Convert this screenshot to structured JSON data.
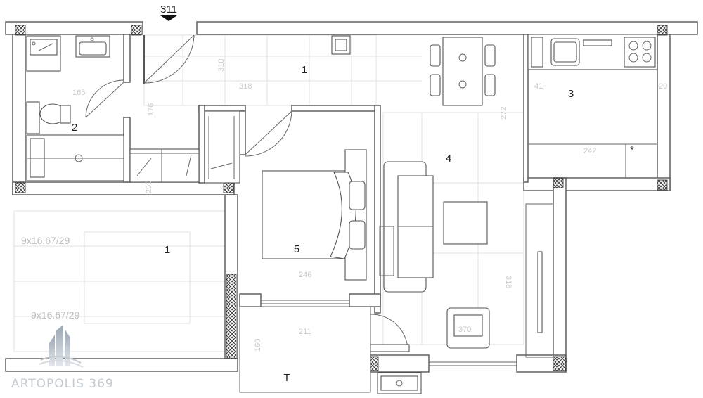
{
  "plan": {
    "entrance_marker": "311",
    "rooms": [
      {
        "id": "room-1-hall",
        "label": "1"
      },
      {
        "id": "room-2-bath",
        "label": "2"
      },
      {
        "id": "room-3-kitchen",
        "label": "3"
      },
      {
        "id": "room-4-living",
        "label": "4"
      },
      {
        "id": "room-5-bedroom",
        "label": "5"
      },
      {
        "id": "room-1-adjacent",
        "label": "1"
      },
      {
        "id": "room-t-terrace",
        "label": "T"
      }
    ],
    "stair_labels": [
      "9x16.67/29",
      "9x16.67/29"
    ],
    "dimensions": [
      "310",
      "318",
      "272",
      "242",
      "246",
      "318",
      "370",
      "211",
      "160",
      "165",
      "176",
      "255",
      "41",
      "29"
    ]
  },
  "logo": {
    "text": "ARTOPOLIS 369"
  }
}
